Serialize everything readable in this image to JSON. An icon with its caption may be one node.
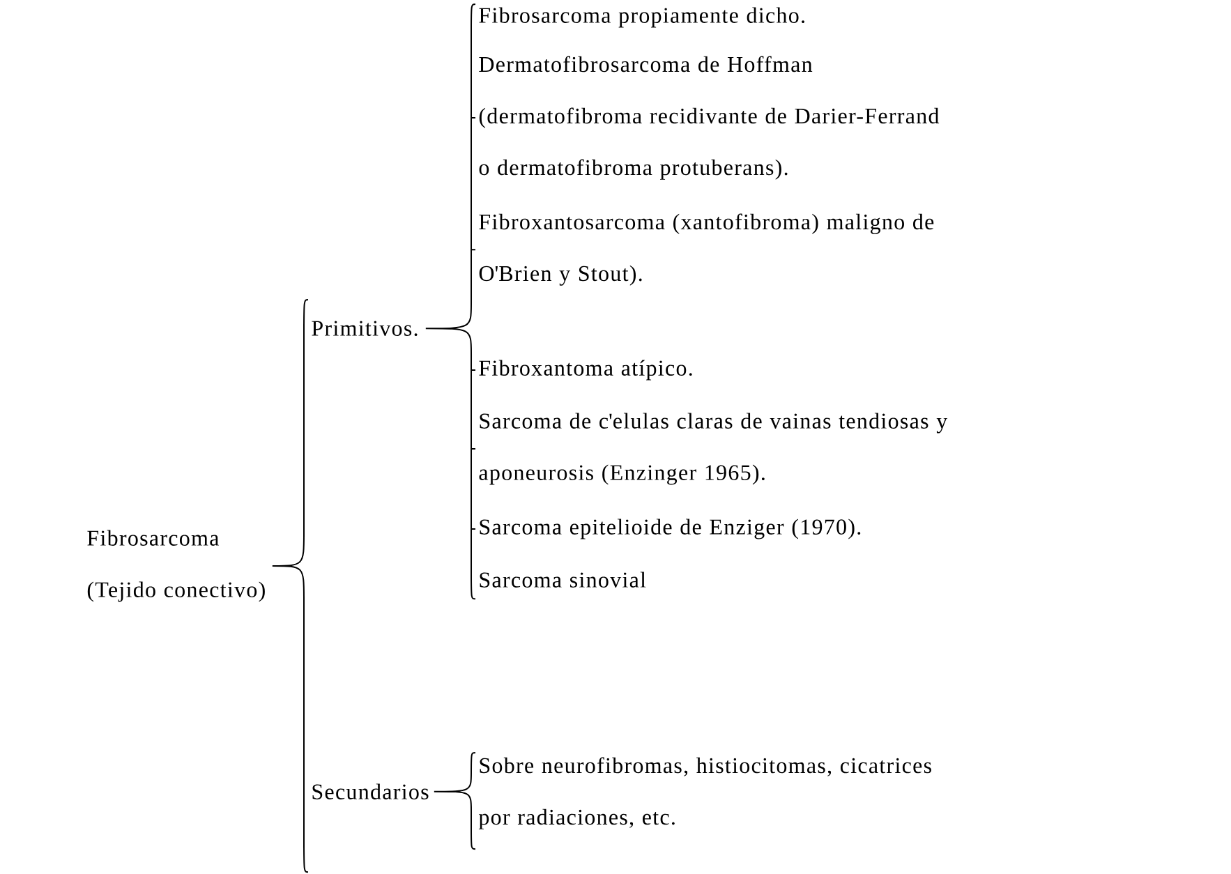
{
  "diagram": {
    "nodes": [
      {
        "text": [
          "Fibrosarcoma (Tejido conectivo)"
        ]
      },
      {
        "text": [
          "Primitivos."
        ]
      },
      {
        "text": [
          "Fibrosarcoma propiamente dicho."
        ]
      },
      {
        "text": [
          "Dermatofibrosarcoma de Hoffman (dermatofibroma recidivante de Darier-Ferrand o dermatofibroma protuberans)."
        ]
      },
      {
        "text": [
          "Fibroxantosarcoma (xantofibroma) maligno de O'Brien y Stout)."
        ]
      },
      {
        "text": [
          "Fibroxantoma atípico."
        ]
      },
      {
        "text": [
          "Sarcoma de c'elulas claras de vainas tendiosas y aponeurosis (Enzinger 1965)."
        ]
      },
      {
        "text": [
          "Sarcoma epitelioide de Enziger (1970)."
        ]
      },
      {
        "text": [
          "Sarcoma sinovial"
        ]
      },
      {
        "text": [
          "Secundarios"
        ]
      },
      {
        "text": [
          "Sobre neurofibromas, histiocitomas, cicatrices por radiaciones, etc."
        ]
      }
    ],
    "edges": [
      {
        "from": 0,
        "to": 1,
        "arrow": "none"
      },
      {
        "from": 0,
        "to": 9,
        "arrow": "none"
      },
      {
        "from": 1,
        "to": 2,
        "arrow": "none"
      },
      {
        "from": 1,
        "to": 3,
        "arrow": "none"
      },
      {
        "from": 1,
        "to": 4,
        "arrow": "none"
      },
      {
        "from": 1,
        "to": 5,
        "arrow": "none"
      },
      {
        "from": 1,
        "to": 6,
        "arrow": "none"
      },
      {
        "from": 1,
        "to": 7,
        "arrow": "none"
      },
      {
        "from": 1,
        "to": 8,
        "arrow": "none"
      },
      {
        "from": 9,
        "to": 10,
        "arrow": "none"
      }
    ]
  }
}
